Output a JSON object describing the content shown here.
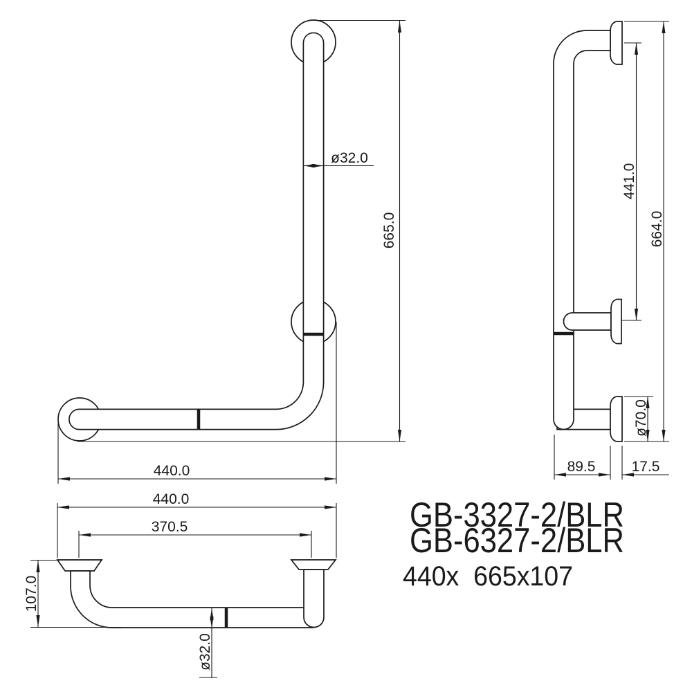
{
  "title_block": {
    "model_1": "GB-3327-2/BLR",
    "model_2": "GB-6327-2/BLR",
    "size": "440x  665x107"
  },
  "front_view": {
    "height": "665.0",
    "width": "440.0",
    "tube_diameter": "ø32.0"
  },
  "side_view": {
    "overall_height": "664.0",
    "upper_mount_span": "441.0",
    "flange_diameter": "ø70.0",
    "wall_to_tube": "89.5",
    "flange_depth": "17.5"
  },
  "bottom_view": {
    "overall_width": "440.0",
    "mount_span": "370.5",
    "wall_offset": "107.0",
    "tube_diameter": "ø32.0"
  },
  "colors": {
    "line": "#1a1a1a",
    "background": "#ffffff"
  }
}
